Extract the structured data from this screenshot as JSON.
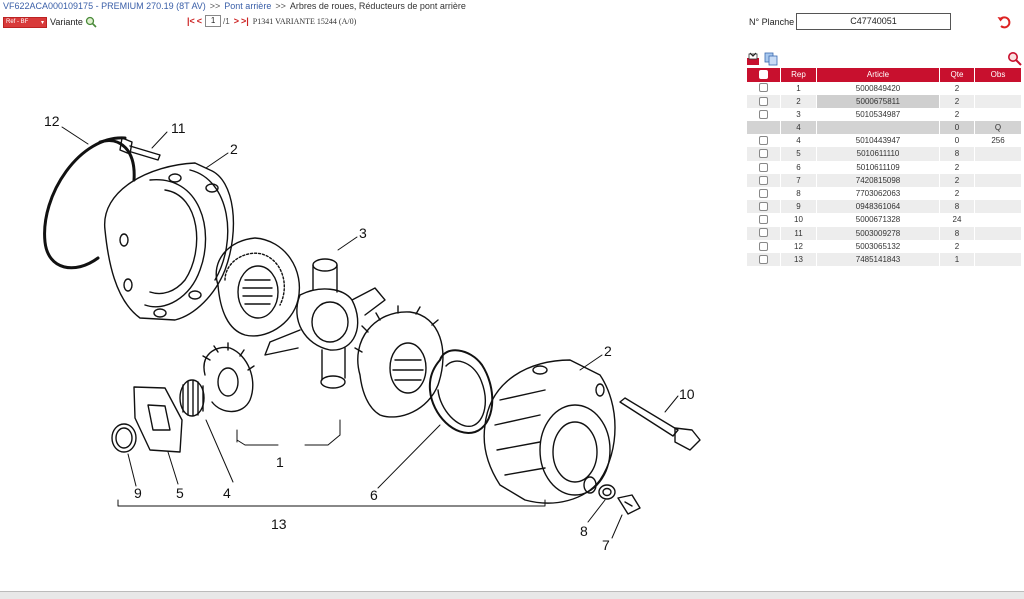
{
  "breadcrumb": {
    "vehicle": "VF622ACA000109175 - PREMIUM 270.19 (8T AV)",
    "sep": ">>",
    "level1": "Pont arrière",
    "level2": "Arbres de roues, Réducteurs de pont arrière"
  },
  "toolbar": {
    "variant_select": "Ref - BF",
    "variant_label": "Variante"
  },
  "pager": {
    "first": "|<",
    "prev": "<",
    "page": "1",
    "total": "/1",
    "next": ">",
    "last": ">|",
    "reference": "P1341 VARIANTE 15244 (A/0)"
  },
  "planche": {
    "label": "N° Planche",
    "value": "C47740051"
  },
  "table": {
    "headers": [
      "Rep",
      "Article",
      "Qte",
      "Obs"
    ],
    "rows": [
      {
        "rep": "1",
        "article": "5000849420",
        "qte": "2",
        "obs": ""
      },
      {
        "rep": "2",
        "article": "5000675811",
        "qte": "2",
        "obs": ""
      },
      {
        "rep": "3",
        "article": "5010534987",
        "qte": "2",
        "obs": ""
      },
      {
        "rep": "4",
        "article": "",
        "qte": "0",
        "obs": "Q"
      },
      {
        "rep": "4",
        "article": "5010443947",
        "qte": "0",
        "obs": "256"
      },
      {
        "rep": "5",
        "article": "5010611110",
        "qte": "8",
        "obs": ""
      },
      {
        "rep": "6",
        "article": "5010611109",
        "qte": "2",
        "obs": ""
      },
      {
        "rep": "7",
        "article": "7420815098",
        "qte": "2",
        "obs": ""
      },
      {
        "rep": "8",
        "article": "7703062063",
        "qte": "2",
        "obs": ""
      },
      {
        "rep": "9",
        "article": "0948361064",
        "qte": "8",
        "obs": ""
      },
      {
        "rep": "10",
        "article": "5000671328",
        "qte": "24",
        "obs": ""
      },
      {
        "rep": "11",
        "article": "5003009278",
        "qte": "8",
        "obs": ""
      },
      {
        "rep": "12",
        "article": "5003065132",
        "qte": "2",
        "obs": ""
      },
      {
        "rep": "13",
        "article": "7485141843",
        "qte": "1",
        "obs": ""
      }
    ]
  },
  "diagram": {
    "callouts": [
      "12",
      "11",
      "2",
      "3",
      "2",
      "10",
      "1",
      "9",
      "5",
      "4",
      "6",
      "13",
      "8",
      "7"
    ]
  },
  "colors": {
    "accent": "#c8102e",
    "link": "#3a5fa8"
  },
  "icons": [
    "search-icon",
    "first-page-icon",
    "last-page-icon",
    "undo-icon",
    "export-icon",
    "copy-icon",
    "zoom-red-icon"
  ]
}
